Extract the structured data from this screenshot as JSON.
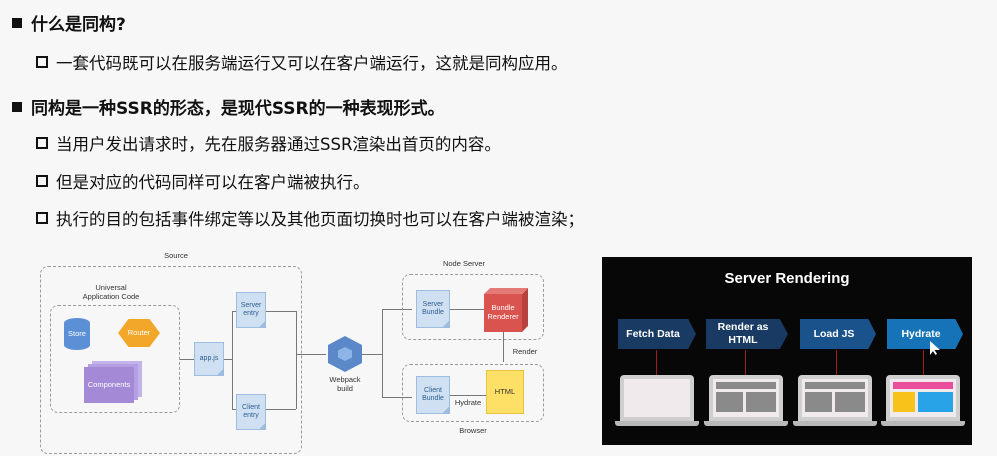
{
  "slide": {
    "q1_title": "什么是同构?",
    "q1_item": "一套代码既可以在服务端运行又可以在客户端运行，这就是同构应用。",
    "q2_title": "同构是一种SSR的形态，是现代SSR的一种表现形式。",
    "q2_items": [
      "当用户发出请求时，先在服务器通过SSR渲染出首页的内容。",
      "但是对应的代码同样可以在客户端被执行。",
      "执行的目的包括事件绑定等以及其他页面切换时也可以在客户端被渲染；"
    ]
  },
  "diagram": {
    "source": "Source",
    "universal": "Universal\nApplication Code",
    "store": "Store",
    "router": "Router",
    "components": "Components",
    "appjs": "app.js",
    "server_entry": "Server\nentry",
    "client_entry": "Client\nentry",
    "webpack": "Webpack\nbuild",
    "node_server": "Node Server",
    "server_bundle": "Server\nBundle",
    "bundle_renderer": "Bundle\nRenderer",
    "render": "Render",
    "client_bundle": "Client\nBundle",
    "hydrate": "Hydrate",
    "html": "HTML",
    "browser": "Browser",
    "colors": {
      "note": "#cfe0f3",
      "store": "#5b8fd6",
      "router": "#f2a72a",
      "components": "#a48ad6",
      "renderer": "#d9534f",
      "html": "#ffe067",
      "webpack": "#5a88c8"
    }
  },
  "server_rendering": {
    "title": "Server Rendering",
    "steps": [
      "Fetch Data",
      "Render as\nHTML",
      "Load JS",
      "Hydrate"
    ],
    "colors": {
      "step_dark": "#193a63",
      "step_mid": "#1a528c",
      "step_light": "#1773b8",
      "accent_red": "#a01c1c",
      "pink": "#ec4d9a",
      "yellow": "#f7c21a",
      "blue": "#29a3e8"
    }
  }
}
